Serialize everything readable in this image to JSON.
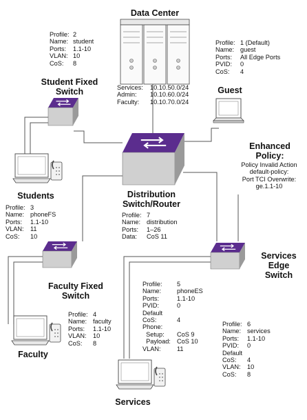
{
  "colors": {
    "switch_top": "#5b2d8e",
    "switch_side": "#9a9a9a",
    "switch_front": "#cfcfcf",
    "line": "#555555",
    "device_fill": "#ffffff",
    "device_stroke": "#444444"
  },
  "icons": {
    "data_center": "server-rack-icon",
    "student_switch": "switch-icon",
    "distribution_switch": "router-icon",
    "faculty_switch": "switch-icon",
    "services_switch": "switch-icon",
    "guest": "laptop-icon",
    "students": "pc-phone-icon",
    "faculty": "pc-phone-icon",
    "services": "pc-phone-icon"
  },
  "titles": {
    "data_center": "Data Center",
    "student_switch": [
      "Student Fixed",
      "Switch"
    ],
    "guest": "Guest",
    "enhanced_policy": [
      "Enhanced",
      "Policy:"
    ],
    "students": "Students",
    "distribution": [
      "Distribution",
      "Switch/Router"
    ],
    "services_edge": [
      "Services",
      "Edge",
      "Switch"
    ],
    "faculty_switch": [
      "Faculty Fixed",
      "Switch"
    ],
    "faculty": "Faculty",
    "services": "Services"
  },
  "enhanced_policy_text": [
    "Policy Invalid Action",
    "default-policy:",
    "Port TCI  Overwrite:",
    "ge.1.1-10"
  ],
  "data_center_info": [
    {
      "k": "Services:",
      "v": "10.10.50.0/24"
    },
    {
      "k": "Admin:",
      "v": "10.10.60.0/24"
    },
    {
      "k": "Faculty:",
      "v": "10.10.70.0/24"
    }
  ],
  "student_info": [
    {
      "k": "Profile:",
      "v": "2"
    },
    {
      "k": "Name:",
      "v": "student"
    },
    {
      "k": "Ports:",
      "v": "1.1-10"
    },
    {
      "k": "VLAN:",
      "v": "10"
    },
    {
      "k": "CoS:",
      "v": "8"
    }
  ],
  "guest_info": [
    {
      "k": "Profile:",
      "v": "1 (Default)"
    },
    {
      "k": "Name:",
      "v": "guest"
    },
    {
      "k": "Ports:",
      "v": "All Edge Ports"
    },
    {
      "k": "PVID:",
      "v": "0"
    },
    {
      "k": "CoS:",
      "v": "4"
    }
  ],
  "phonefs_info": [
    {
      "k": "Profile:",
      "v": "3"
    },
    {
      "k": "Name:",
      "v": "phoneFS"
    },
    {
      "k": "Ports:",
      "v": "1.1-10"
    },
    {
      "k": "VLAN:",
      "v": "11"
    },
    {
      "k": "CoS:",
      "v": "10"
    }
  ],
  "distribution_info": [
    {
      "k": "Profile:",
      "v": "7"
    },
    {
      "k": "Name:",
      "v": "distribution"
    },
    {
      "k": "Ports:",
      "v": "1–26"
    },
    {
      "k": "Data:",
      "v": "CoS 11"
    }
  ],
  "faculty_info": [
    {
      "k": "Profile:",
      "v": "4"
    },
    {
      "k": "Name:",
      "v": "faculty"
    },
    {
      "k": "Ports:",
      "v": "1.1-10"
    },
    {
      "k": "VLAN:",
      "v": "10"
    },
    {
      "k": "CoS:",
      "v": "8"
    }
  ],
  "phonees_info": [
    {
      "k": "Profile:",
      "v": "5"
    },
    {
      "k": "Name:",
      "v": "phoneES"
    },
    {
      "k": "Ports:",
      "v": "1.1-10"
    },
    {
      "k": "PVID:",
      "v": "0"
    },
    {
      "k": "Default",
      "v": ""
    },
    {
      "k": "CoS:",
      "v": "4"
    },
    {
      "k": "Phone:",
      "v": ""
    },
    {
      "k": "  Setup:",
      "v": "CoS 9"
    },
    {
      "k": "  Payload:",
      "v": "CoS 10"
    },
    {
      "k": "VLAN:",
      "v": "11"
    }
  ],
  "services_info": [
    {
      "k": "Profile:",
      "v": "6"
    },
    {
      "k": "Name:",
      "v": "services"
    },
    {
      "k": "Ports:",
      "v": "1.1-10"
    },
    {
      "k": "PVID:",
      "v": "0"
    },
    {
      "k": "Default",
      "v": ""
    },
    {
      "k": "CoS:",
      "v": "4"
    },
    {
      "k": "VLAN:",
      "v": "10"
    },
    {
      "k": "CoS:",
      "v": "8"
    }
  ]
}
